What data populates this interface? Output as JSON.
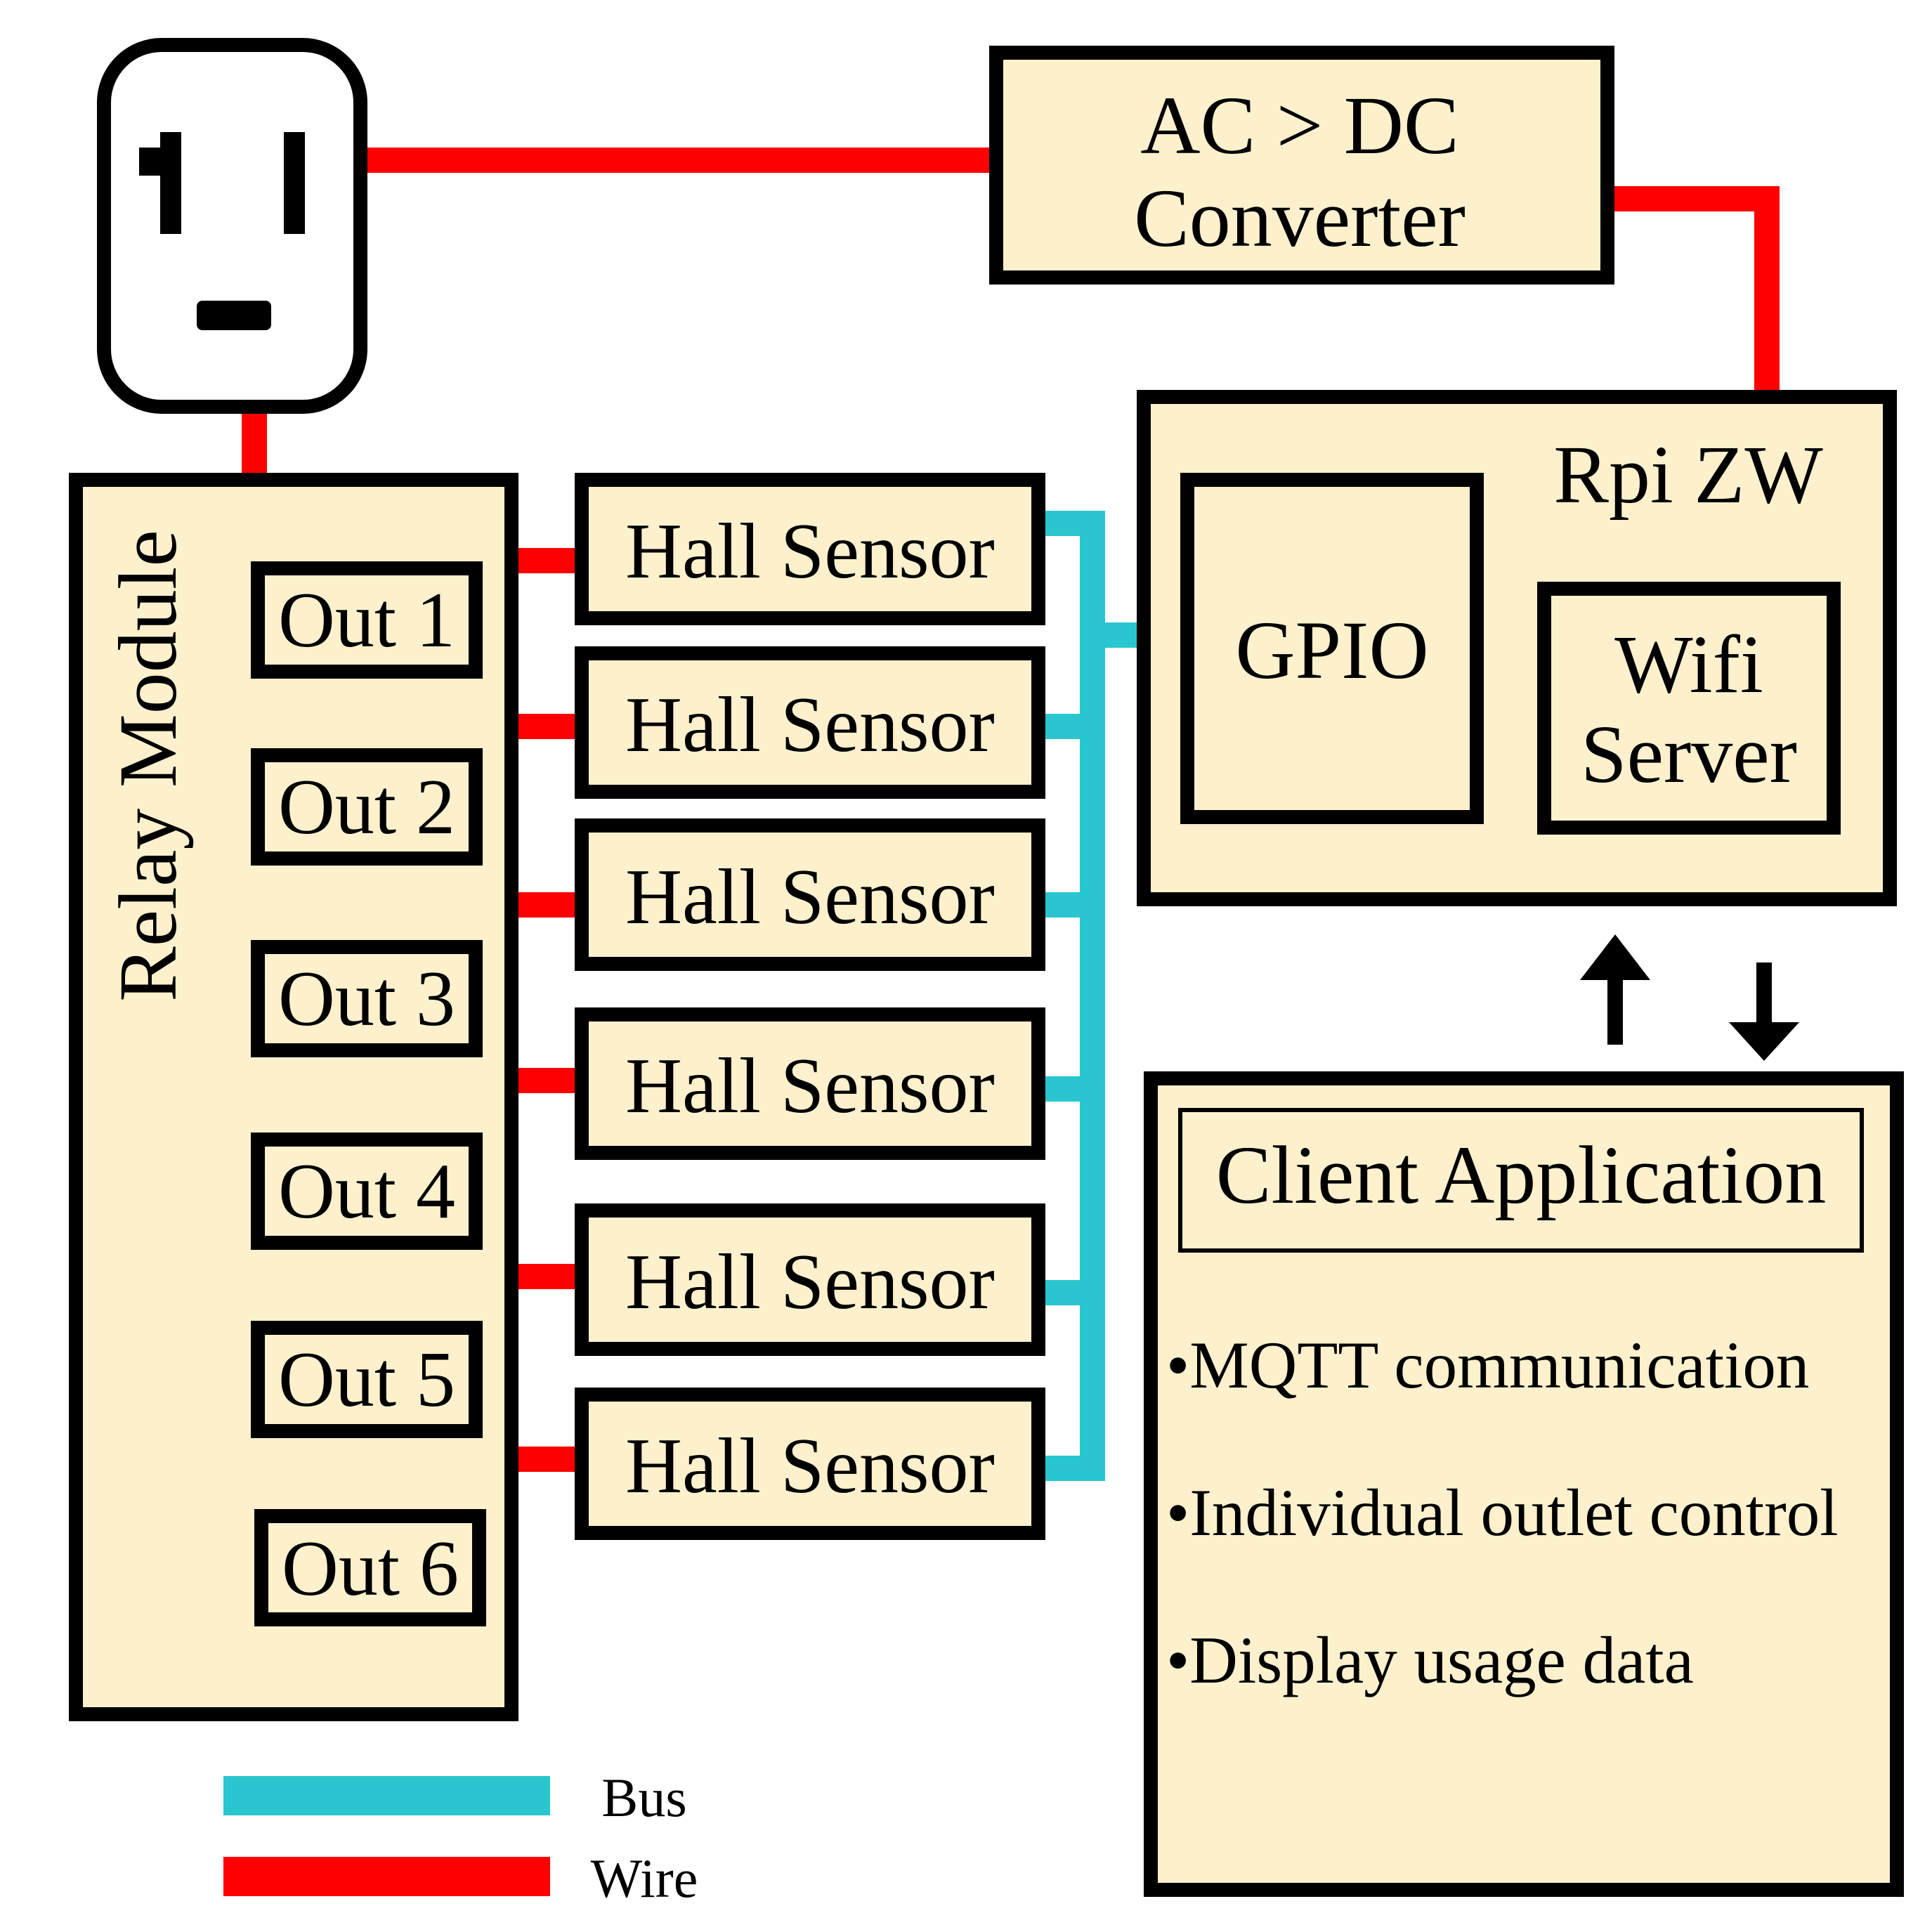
{
  "converter": {
    "line1": "AC > DC",
    "line2": "Converter"
  },
  "relay": {
    "label": "Relay Module"
  },
  "outputs": [
    "Out 1",
    "Out 2",
    "Out 3",
    "Out 4",
    "Out 5",
    "Out 6"
  ],
  "sensors": [
    "Hall Sensor",
    "Hall Sensor",
    "Hall Sensor",
    "Hall Sensor",
    "Hall Sensor",
    "Hall Sensor"
  ],
  "rpi": {
    "label": "Rpi ZW",
    "gpio": "GPIO",
    "wifi_line1": "Wifi",
    "wifi_line2": "Server"
  },
  "client": {
    "title": "Client Application",
    "bullets": [
      "•MQTT communication",
      "•Individual outlet control",
      "•Display usage data"
    ]
  },
  "legend": {
    "bus": "Bus",
    "wire": "Wire"
  },
  "colors": {
    "bus": "#29c6cf",
    "wire": "#ff0000",
    "box_fill": "#fdf0cc"
  }
}
